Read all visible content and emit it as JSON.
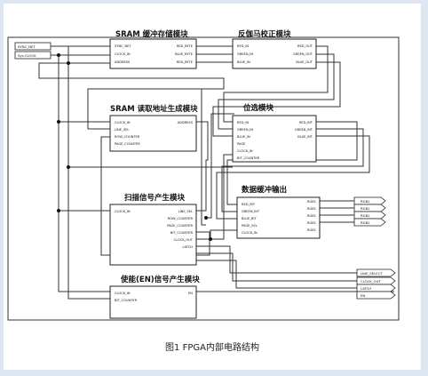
{
  "figure": {
    "caption": "图1  FPGA内部电路结构"
  },
  "inputs": [
    "SYNC_NET",
    "Sys.CLOCK"
  ],
  "outputs": {
    "rgb_group": [
      "RGB1",
      "RGB1",
      "RGB1",
      "RGB1"
    ],
    "ctrl_group": [
      "LINE_SELECT",
      "CLOCK_OUT",
      "LATCH",
      "EN"
    ]
  },
  "modules": [
    {
      "id": "sram_buffer",
      "title": "SRAM 缓冲存储模块",
      "in_ports": [
        "SYNC_NET",
        "CLOCK_IN",
        "ADDRESS"
      ],
      "out_ports": [
        "RED_BYTE",
        "BLUE_BYTE",
        "RED_BYTE"
      ]
    },
    {
      "id": "gamma",
      "title": "反伽马校正模块",
      "in_ports": [
        "RED_IN",
        "GREEN_IN",
        "BLUE_IN"
      ],
      "out_ports": [
        "RED_OUT",
        "GREEN_OUT",
        "BLUE_OUT"
      ]
    },
    {
      "id": "sram_addr",
      "title": "SRAM 读取地址生成模块",
      "in_ports": [
        "CLOCK_IN",
        "LINE_SEL",
        "ROW_COUNTER",
        "PAGE_COUNTER"
      ],
      "out_ports": [
        "ADDRESS"
      ]
    },
    {
      "id": "bit_select",
      "title": "位选模块",
      "in_ports": [
        "RED_IN",
        "GREEN_IN",
        "BLUE_IN",
        "PAGE",
        "CLOCK_IN",
        "BIT_COUNTER"
      ],
      "out_ports": [
        "RED_BIT",
        "GREEN_BIT",
        "BLUE_BIT"
      ]
    },
    {
      "id": "data_buffer",
      "title": "数据缓冲输出",
      "in_ports": [
        "RED_BIT",
        "GREEN_BIT",
        "BLUE_BIT",
        "PAGE_SEL",
        "CLOCK_IN"
      ],
      "out_ports": [
        "RGB1",
        "RGB1",
        "RGB1",
        "RGB1",
        "RGB1"
      ]
    },
    {
      "id": "scan_signal",
      "title": "扫描信号产生模块",
      "in_ports": [
        "CLOCK_IN"
      ],
      "out_ports": [
        "LINE_SEL",
        "ROW_COUNTER",
        "PAGE_COUNTER",
        "BIT_COUNTER",
        "CLOCK_OUT",
        "LATCH"
      ]
    },
    {
      "id": "enable_signal",
      "title": "使能(EN)信号产生模块",
      "in_ports": [
        "CLOCK_IN",
        "BIT_COUNTER"
      ],
      "out_ports": [
        "EN"
      ]
    }
  ]
}
